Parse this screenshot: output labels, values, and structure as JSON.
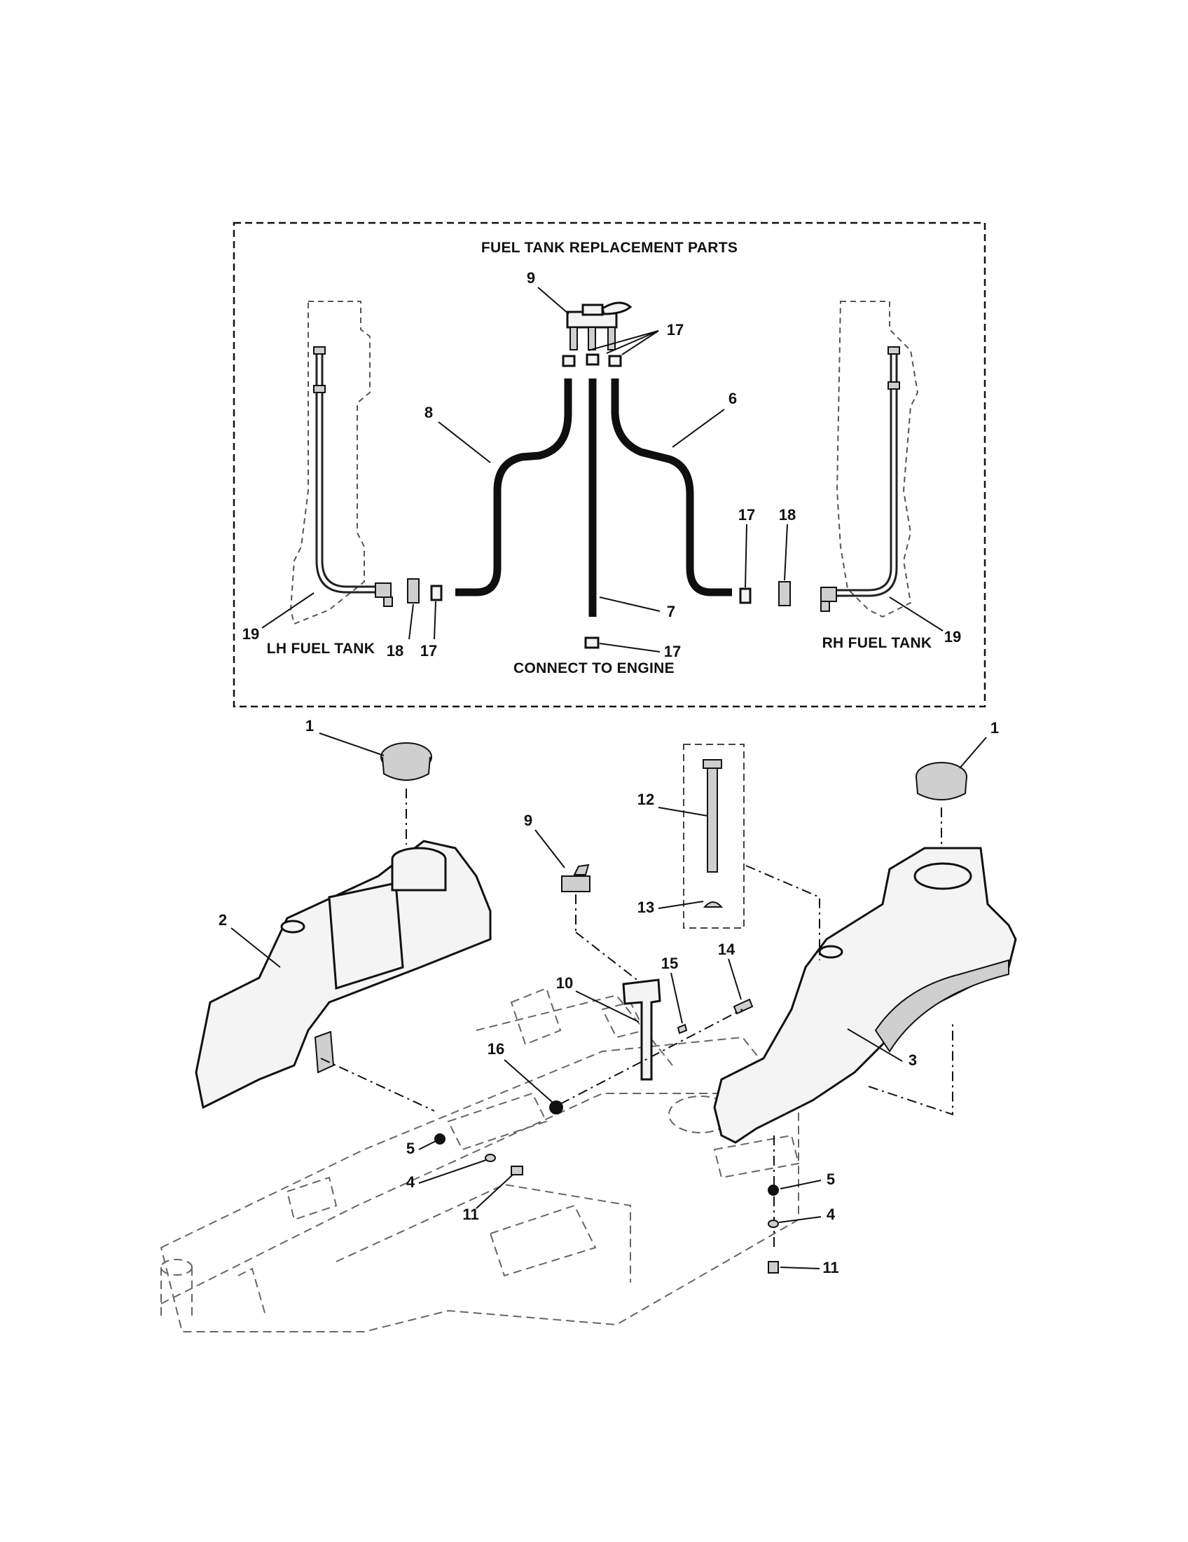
{
  "inset": {
    "title": "FUEL TANK REPLACEMENT PARTS",
    "lh_label": "LH FUEL TANK",
    "rh_label": "RH FUEL TANK",
    "engine_label": "CONNECT TO ENGINE"
  },
  "callouts": {
    "n1": "1",
    "n2": "2",
    "n3": "3",
    "n4": "4",
    "n5": "5",
    "n6": "6",
    "n7": "7",
    "n8": "8",
    "n9": "9",
    "n10": "10",
    "n11": "11",
    "n12": "12",
    "n13": "13",
    "n14": "14",
    "n15": "15",
    "n16": "16",
    "n17": "17",
    "n18": "18",
    "n19": "19"
  }
}
